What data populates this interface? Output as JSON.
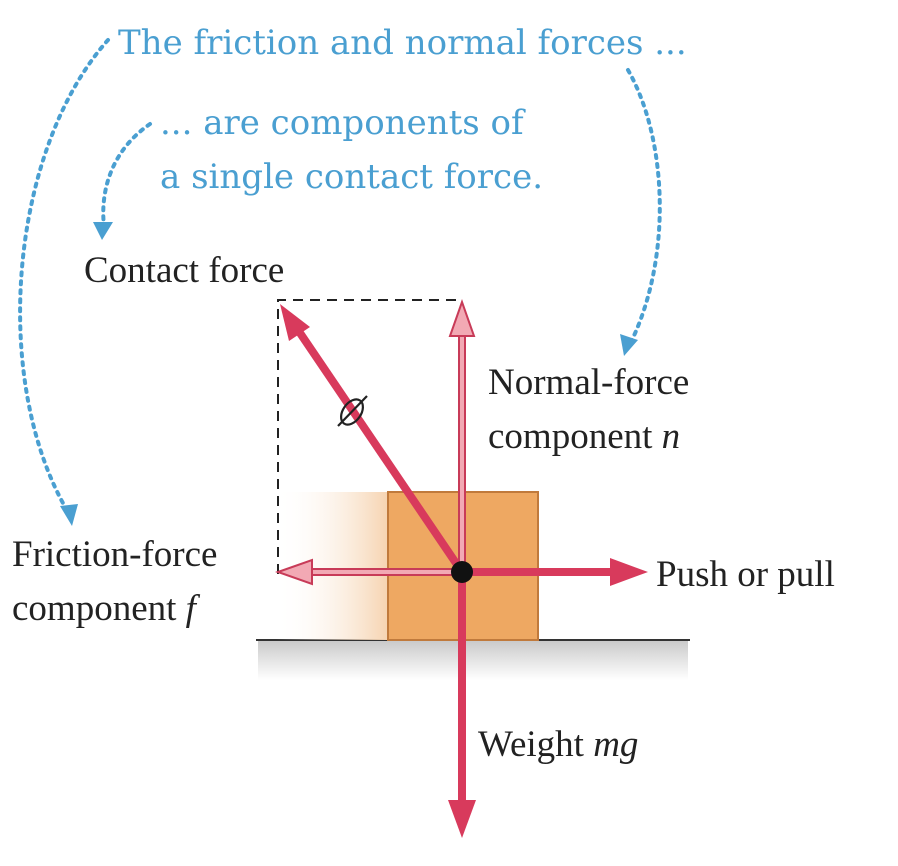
{
  "annotations": {
    "top_line": "The friction and normal forces ...",
    "second_line_1": "... are components of",
    "second_line_2": "a single contact force."
  },
  "labels": {
    "contact_force": "Contact force",
    "normal_force_line1": "Normal-force",
    "normal_force_line2_text": "component ",
    "normal_force_symbol": "n",
    "friction_force_line1": "Friction-force",
    "friction_force_line2_text": "component ",
    "friction_force_symbol": "f",
    "push_or_pull": "Push or pull",
    "weight_text": "Weight ",
    "weight_symbol": "mg"
  },
  "colors": {
    "force_arrow": "#d83a5c",
    "component_arrow": "#eb8a9a",
    "annotation": "#4a9fd1",
    "block": "#eea862",
    "block_edge": "#c07a3c",
    "text": "#222222"
  }
}
